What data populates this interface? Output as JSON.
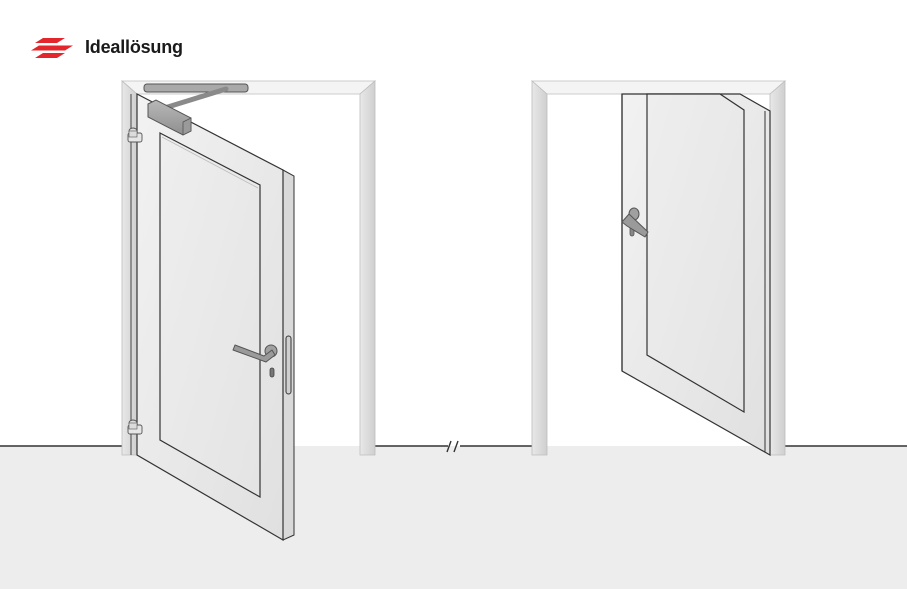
{
  "header": {
    "title": "Ideallösung",
    "logo_icon": "red-stripes-logo-icon",
    "logo_color": "#e3262b"
  },
  "illustration": {
    "left_door": {
      "description": "Open door viewed from hinge side with overhead door closer",
      "components": [
        "door-frame",
        "door-leaf",
        "door-closer",
        "closer-arm",
        "upper-hinge",
        "lower-hinge",
        "lever-handle",
        "lock-cylinder",
        "edge-lock-plate"
      ]
    },
    "right_door": {
      "description": "Open door viewed from opposite side",
      "components": [
        "door-frame",
        "door-leaf",
        "lever-handle"
      ]
    },
    "floor_break_symbol": "//",
    "colors": {
      "floor": "#ededed",
      "frame": "#d8d8d8",
      "door": "#eaeaea",
      "outline": "#2a2a2a",
      "hardware": "#8e8e8e"
    }
  }
}
